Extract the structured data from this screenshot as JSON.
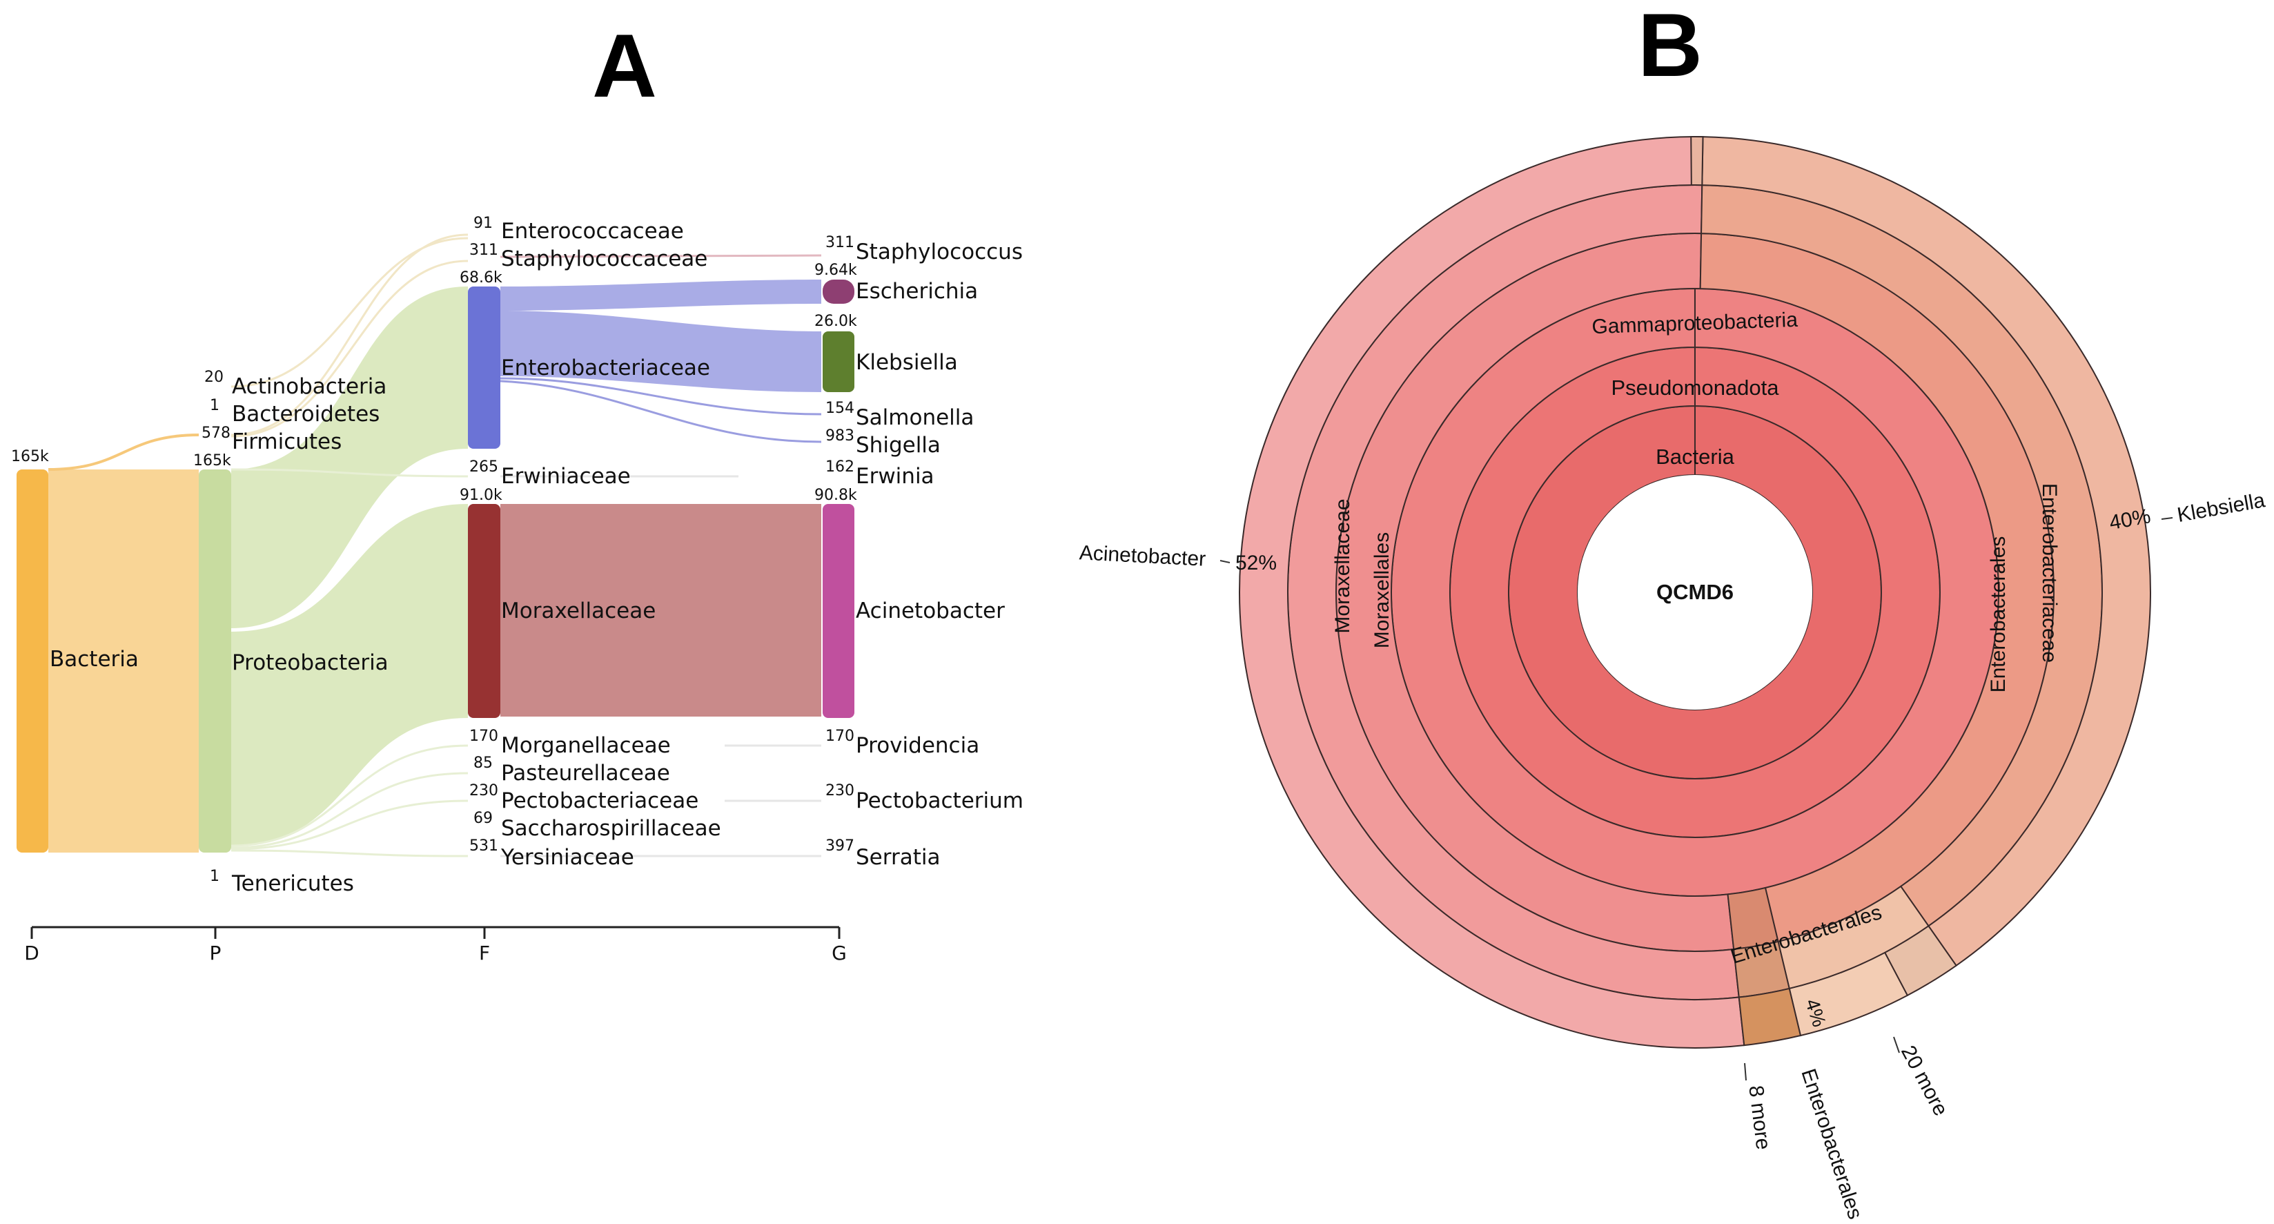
{
  "panel_a": {
    "letter": "A",
    "sankey": {
      "axis_labels": [
        "D",
        "P",
        "F",
        "G"
      ],
      "domain": [
        {
          "name": "Bacteria",
          "count": "165k"
        }
      ],
      "phylum": [
        {
          "name": "Actinobacteria",
          "count": "20"
        },
        {
          "name": "Bacteroidetes",
          "count": "1"
        },
        {
          "name": "Firmicutes",
          "count": "578"
        },
        {
          "name": "Proteobacteria",
          "count": "165k"
        },
        {
          "name": "Tenericutes",
          "count": "1"
        }
      ],
      "family": [
        {
          "name": "Enterococcaceae",
          "count": "91"
        },
        {
          "name": "Staphylococcaceae",
          "count": "311"
        },
        {
          "name": "Enterobacteriaceae",
          "count": "68.6k"
        },
        {
          "name": "Erwiniaceae",
          "count": "265"
        },
        {
          "name": "Moraxellaceae",
          "count": "91.0k"
        },
        {
          "name": "Morganellaceae",
          "count": "170"
        },
        {
          "name": "Pasteurellaceae",
          "count": "85"
        },
        {
          "name": "Pectobacteriaceae",
          "count": "230"
        },
        {
          "name": "Saccharospirillaceae",
          "count": "69"
        },
        {
          "name": "Yersiniaceae",
          "count": "531"
        }
      ],
      "genus": [
        {
          "name": "Staphylococcus",
          "count": "311"
        },
        {
          "name": "Escherichia",
          "count": "9.64k"
        },
        {
          "name": "Klebsiella",
          "count": "26.0k"
        },
        {
          "name": "Salmonella",
          "count": "154"
        },
        {
          "name": "Shigella",
          "count": "983"
        },
        {
          "name": "Erwinia",
          "count": "162"
        },
        {
          "name": "Acinetobacter",
          "count": "90.8k"
        },
        {
          "name": "Providencia",
          "count": "170"
        },
        {
          "name": "Pectobacterium",
          "count": "230"
        },
        {
          "name": "Serratia",
          "count": "397"
        }
      ]
    }
  },
  "panel_b": {
    "letter": "B",
    "krona": {
      "center": "QCMD6",
      "ring_labels": {
        "kingdom": "Bacteria",
        "phylum": "Pseudomonadota",
        "class": "Gammaproteobacteria",
        "order_left": "Moraxellales",
        "family_left": "Moraxellaceae",
        "order_right": "Enterobacterales",
        "family_right": "Enterobacteriaceae",
        "order_small": "Enterobacterales"
      },
      "slices": [
        {
          "name": "Acinetobacter",
          "percent": "52%",
          "fraction": 0.52
        },
        {
          "name": "Klebsiella",
          "percent": "40%",
          "fraction": 0.4
        },
        {
          "name": "Enterobacterales",
          "percent": "4%",
          "fraction": 0.04
        },
        {
          "name": "20 more",
          "percent": "",
          "fraction": 0.02
        },
        {
          "name": "8 more",
          "percent": "",
          "fraction": 0.02
        }
      ]
    }
  },
  "colors": {
    "bacteria_node": "#f6b84a",
    "bacteria_flow": "#f9d596",
    "proteobacteria_node": "#c8dca0",
    "proteobacteria_flow": "#dce9c0",
    "enterobacteriaceae_node": "#6b73d6",
    "enterobacteriaceae_flow": "#a9ace6",
    "escherichia_node": "#8e3f72",
    "klebsiella_node": "#5e7f2e",
    "moraxellaceae_node": "#973232",
    "moraxellaceae_flow": "#c98a8a",
    "acinetobacter_node": "#c0509e",
    "krona_core": "#e86b6b",
    "krona_left_outer": "#f2a9a9",
    "krona_right_outer": "#efb7a1"
  }
}
